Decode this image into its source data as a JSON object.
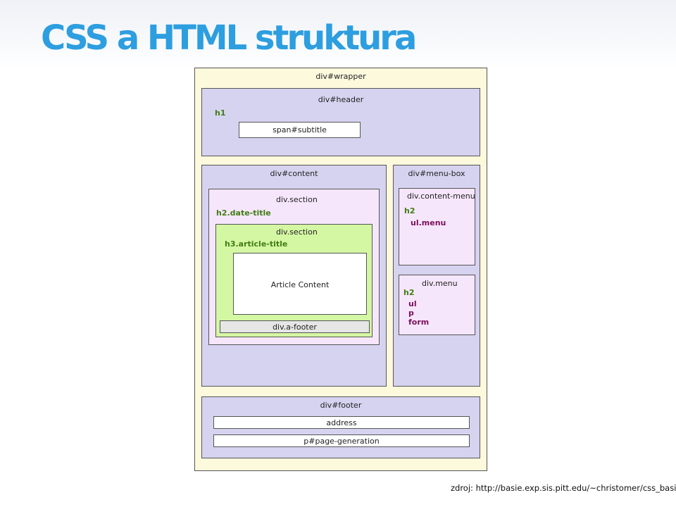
{
  "title": "CSS a HTML struktura",
  "diagram": {
    "wrapper": "div#wrapper",
    "header": {
      "label": "div#header",
      "h1": "h1",
      "subtitle": "span#subtitle"
    },
    "content": {
      "label": "div#content",
      "section_outer": {
        "label": "div.section",
        "heading": "h2.date-title"
      },
      "section_inner": {
        "label": "div.section",
        "heading": "h3.article-title"
      },
      "article_content": "Article Content",
      "a_footer": "div.a-footer"
    },
    "menu_box": {
      "label": "div#menu-box",
      "content_menu": {
        "label": "div.content-menu",
        "h2": "h2",
        "ul": "ul.menu"
      },
      "menu": {
        "label": "div.menu",
        "h2": "h2",
        "ul": "ul",
        "p": "p",
        "form": "form"
      }
    },
    "footer": {
      "label": "div#footer",
      "address": "address",
      "page_generation": "p#page-generation"
    }
  },
  "source": "zdroj: http://basie.exp.sis.pitt.edu/~christomer/css_basics/"
}
